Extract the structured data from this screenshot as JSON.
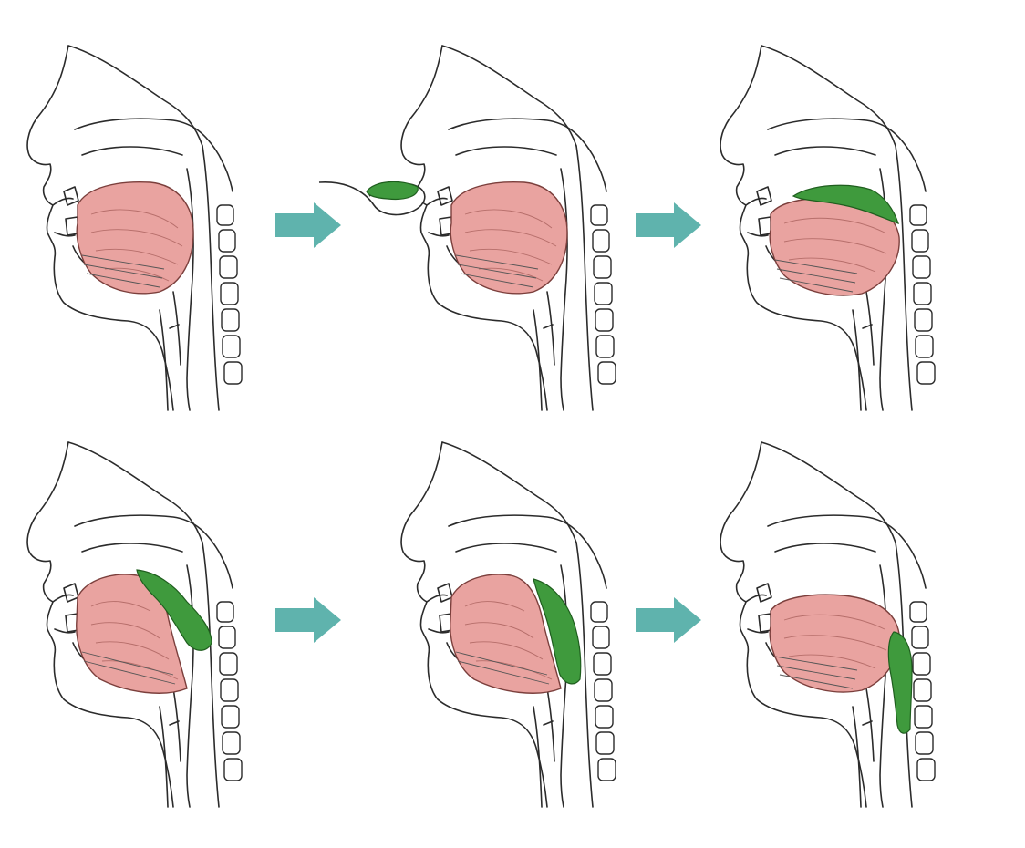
{
  "diagram": {
    "panels": [
      {
        "id": "p1",
        "bolus": "none"
      },
      {
        "id": "p2",
        "bolus": "spoon"
      },
      {
        "id": "p3",
        "bolus": "oral"
      },
      {
        "id": "p4",
        "bolus": "back-of-tongue"
      },
      {
        "id": "p5",
        "bolus": "pharynx"
      },
      {
        "id": "p6",
        "bolus": "esophagus"
      }
    ],
    "colors": {
      "tongue": "#e9a3a0",
      "bolus": "#3f9a3d",
      "arrow": "#5fb3ad",
      "outline": "#2b2b2b"
    }
  }
}
